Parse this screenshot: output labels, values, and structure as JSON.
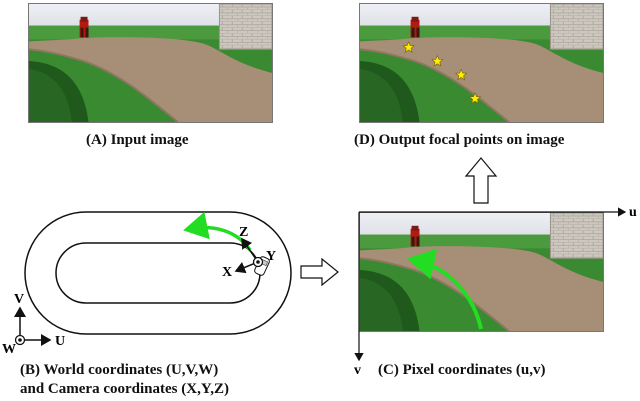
{
  "captions": {
    "a": "(A) Input image",
    "d": "(D) Output focal points on image",
    "b_line1": "(B) World coordinates (U,V,W)",
    "b_line2": "and Camera coordinates (X,Y,Z)",
    "c": "(C) Pixel coordinates (u,v)"
  },
  "world_axes": {
    "v": "V",
    "u": "U",
    "w": "W"
  },
  "camera_axes": {
    "z": "Z",
    "y": "Y",
    "x": "X"
  },
  "pixel_axes": {
    "u": "u",
    "v": "v"
  },
  "colors": {
    "trajectory": "#22dd22",
    "focal_point": "#ffee00",
    "sky": "#e8e8ee",
    "grass": "#2f7d2a",
    "road": "#a08a72",
    "wall": "#c9c4bc"
  },
  "icons": [
    "focal-point-marker-icon",
    "vehicle-icon",
    "up-arrow-icon",
    "right-arrow-icon"
  ]
}
